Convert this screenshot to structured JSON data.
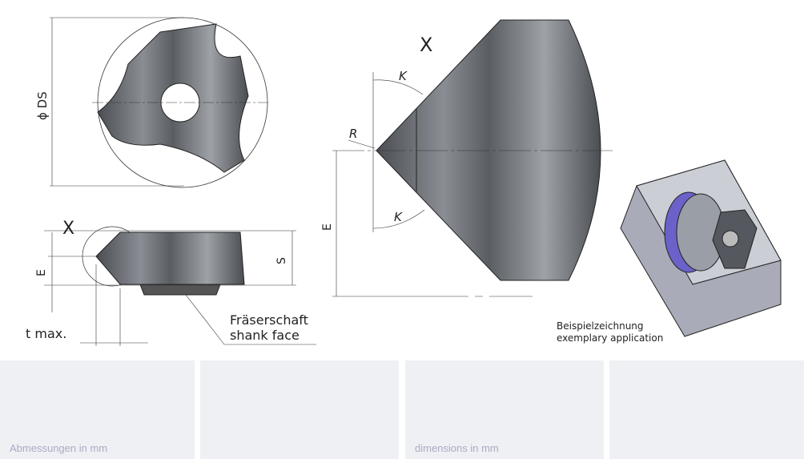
{
  "labels": {
    "diameter": "ϕ DS",
    "view_x_1": "X",
    "view_x_2": "X",
    "E_small": "E",
    "S": "S",
    "t_max": "t max.",
    "shank_de": "Fräserschaft",
    "shank_en": "shank face",
    "R": "R",
    "K_top": "K",
    "K_bottom": "K",
    "E_large": "E",
    "example_de": "Beispielzeichnung",
    "example_en": "exemplary application"
  },
  "panels": [
    {
      "text": "Abmessungen in mm"
    },
    {
      "text": ""
    },
    {
      "text": "dimensions in mm"
    },
    {
      "text": ""
    }
  ]
}
